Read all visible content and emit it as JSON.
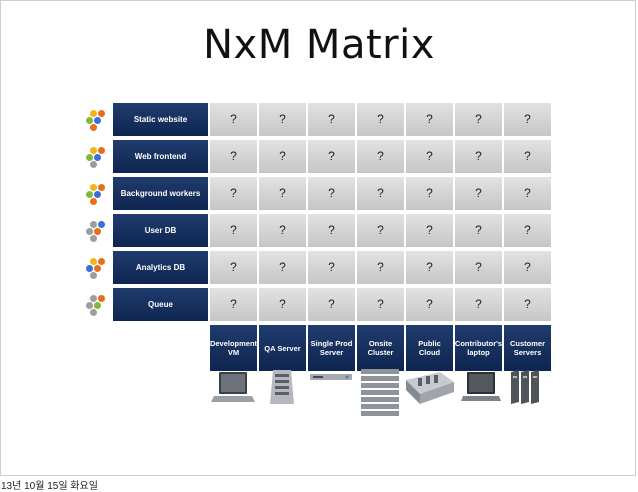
{
  "slide": {
    "title": "NxM Matrix"
  },
  "matrix": {
    "rows": [
      "Static website",
      "Web frontend",
      "Background workers",
      "User DB",
      "Analytics DB",
      "Queue"
    ],
    "columns": [
      "Development\nVM",
      "QA Server",
      "Single Prod\nServer",
      "Onsite\nCluster",
      "Public Cloud",
      "Contributor's\nlaptop",
      "Customer\nServers"
    ],
    "cell_value": "?"
  },
  "icons": {
    "row_icons": [
      "hexagon-cluster-icon",
      "hexagon-cluster-icon",
      "hexagon-cluster-icon",
      "hexagon-cluster-icon",
      "hexagon-cluster-icon",
      "hexagon-cluster-icon"
    ],
    "hardware": [
      "laptop-icon",
      "blade-server-icon",
      "rack-server-icon",
      "server-stack-icon",
      "datacenter-icon",
      "laptop-icon",
      "server-rack-icon"
    ]
  },
  "colors": {
    "header_bg": "#17325f",
    "cell_bg": "#d3d3d3",
    "yellow": "#f2b31b",
    "orange": "#e86f1a",
    "green": "#7fb83a",
    "blue": "#3a6fd8",
    "gray": "#9d9d9d"
  },
  "footer": {
    "timestamp": "13년 10월 15일 화요일"
  }
}
